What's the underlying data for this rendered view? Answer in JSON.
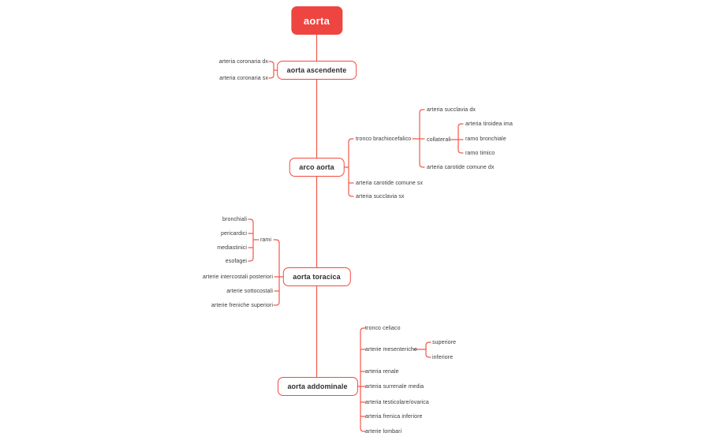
{
  "palette": {
    "node_fill": "#ee4540",
    "node_border": "#f14b40",
    "line": "#f3574a",
    "text": "#3a3a3a",
    "root_text": "#ffffff"
  },
  "mindmap": {
    "root": {
      "label": "aorta"
    },
    "sections": [
      {
        "label": "aorta ascendente",
        "side": "left",
        "children": [
          {
            "label": "arteria coronaria dx"
          },
          {
            "label": "arteria coronaria sx"
          }
        ]
      },
      {
        "label": "arco aorta",
        "side": "right",
        "children": [
          {
            "label": "tronco brachiocefalico",
            "children": [
              {
                "label": "arteria succlavia dx"
              },
              {
                "label": "collaterali",
                "children": [
                  {
                    "label": "arteria tiroidea ima"
                  },
                  {
                    "label": "ramo bronchiale"
                  },
                  {
                    "label": "ramo timico"
                  }
                ]
              },
              {
                "label": "arteria carotide comune dx"
              }
            ]
          },
          {
            "label": "arteria carotide comune sx"
          },
          {
            "label": "arteria succlavia sx"
          }
        ]
      },
      {
        "label": "aorta toracica",
        "side": "left",
        "children": [
          {
            "label": "rami",
            "children": [
              {
                "label": "bronchiali"
              },
              {
                "label": "pericardici"
              },
              {
                "label": "mediastinici"
              },
              {
                "label": "esofagei"
              }
            ]
          },
          {
            "label": "arterie intercostali posteriori"
          },
          {
            "label": "arterie sottocostali"
          },
          {
            "label": "arterie freniche superiori"
          }
        ]
      },
      {
        "label": "aorta addominale",
        "side": "right",
        "children": [
          {
            "label": "tronco celiaco"
          },
          {
            "label": "arterie mesenteriche",
            "children": [
              {
                "label": "superiore"
              },
              {
                "label": "inferiore"
              }
            ]
          },
          {
            "label": "arteria renale"
          },
          {
            "label": "arteria surrenale media"
          },
          {
            "label": "arteria testicolare/ovarica"
          },
          {
            "label": "arteria frenica inferiore"
          },
          {
            "label": "arterie lombari"
          }
        ]
      }
    ]
  }
}
